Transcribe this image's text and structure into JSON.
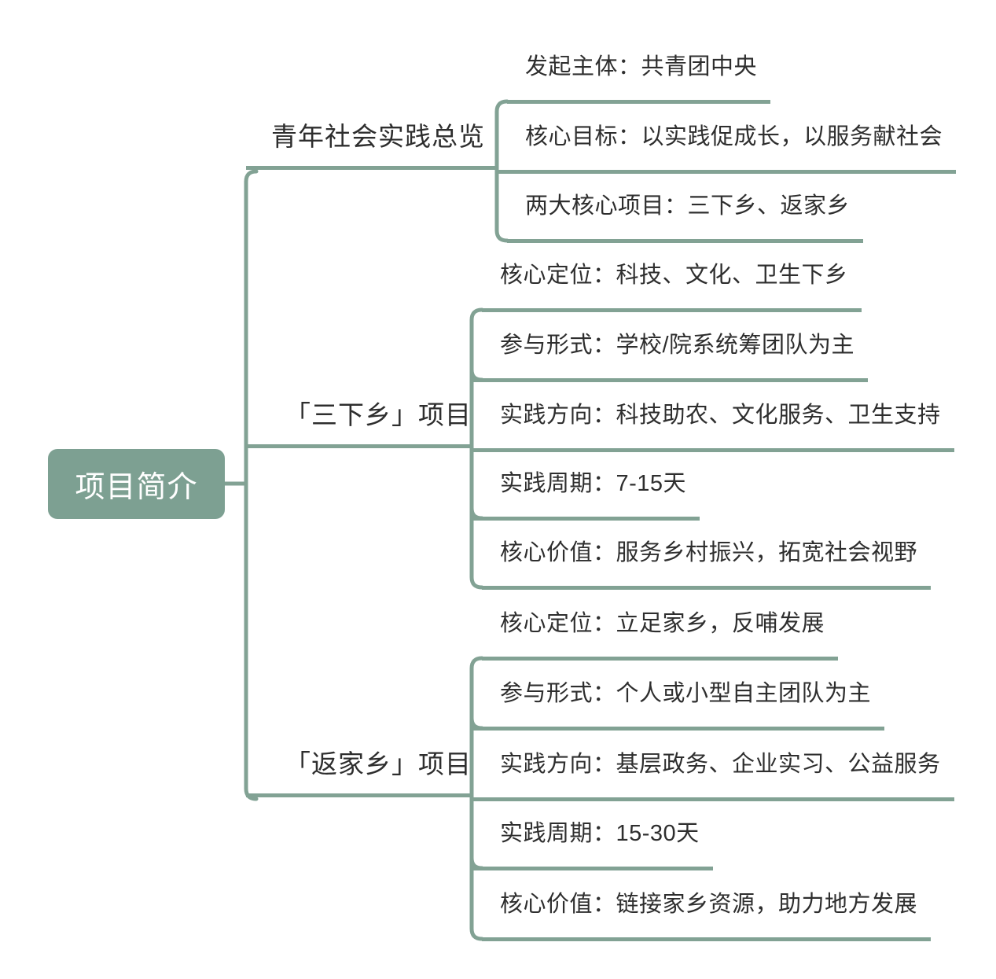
{
  "colors": {
    "line": "#82a294",
    "root_fill": "#7da092",
    "root_text": "#ffffff",
    "text": "#2e2e2e"
  },
  "root": {
    "label": "项目简介"
  },
  "branches": [
    {
      "label": "青年社会实践总览",
      "children": [
        "发起主体：共青团中央",
        "核心目标：以实践促成长，以服务献社会",
        "两大核心项目：三下乡、返家乡"
      ]
    },
    {
      "label": "「三下乡」项目",
      "children": [
        "核心定位：科技、文化、卫生下乡",
        "参与形式：学校/院系统筹团队为主",
        "实践方向：科技助农、文化服务、卫生支持",
        "实践周期：7-15天",
        "核心价值：服务乡村振兴，拓宽社会视野"
      ]
    },
    {
      "label": "「返家乡」项目",
      "children": [
        "核心定位：立足家乡，反哺发展",
        "参与形式：个人或小型自主团队为主",
        "实践方向：基层政务、企业实习、公益服务",
        "实践周期：15-30天",
        "核心价值：链接家乡资源，助力地方发展"
      ]
    }
  ]
}
